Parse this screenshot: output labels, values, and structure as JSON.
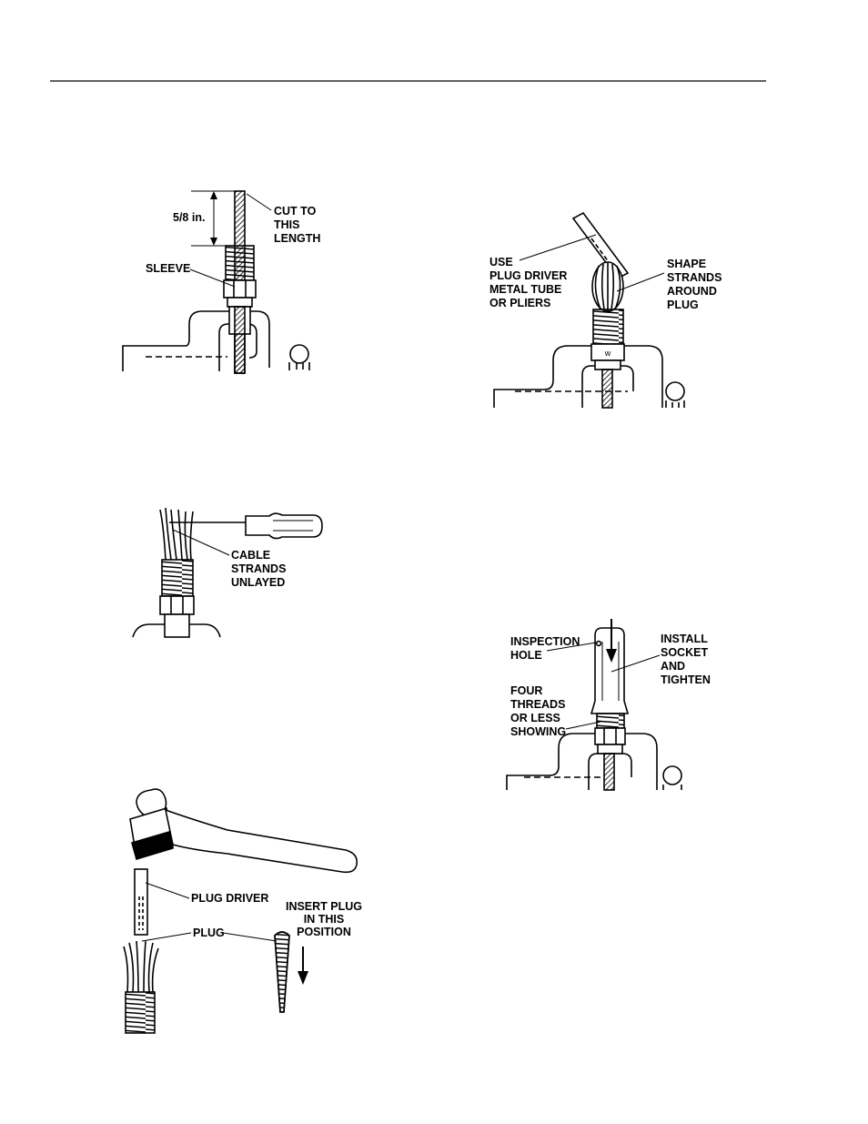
{
  "fig1": {
    "dimension": "5/8 in.",
    "cut_label": [
      "CUT TO",
      "THIS",
      "LENGTH"
    ],
    "sleeve_label": "SLEEVE"
  },
  "fig2": {
    "tool_label": [
      "USE",
      "PLUG DRIVER",
      "METAL TUBE",
      "OR PLIERS"
    ],
    "shape_label": [
      "SHAPE",
      "STRANDS",
      "AROUND",
      "PLUG"
    ]
  },
  "fig3": {
    "strands_label": [
      "CABLE",
      "STRANDS",
      "UNLAYED"
    ]
  },
  "fig4": {
    "inspection_label": [
      "INSPECTION",
      "HOLE"
    ],
    "install_label": [
      "INSTALL",
      "SOCKET",
      "AND",
      "TIGHTEN"
    ],
    "threads_label": [
      "FOUR",
      "THREADS",
      "OR LESS",
      "SHOWING"
    ]
  },
  "fig5": {
    "driver_label": "PLUG DRIVER",
    "plug_label": "PLUG",
    "insert_label": [
      "INSERT PLUG",
      "IN THIS",
      "POSITION"
    ]
  }
}
